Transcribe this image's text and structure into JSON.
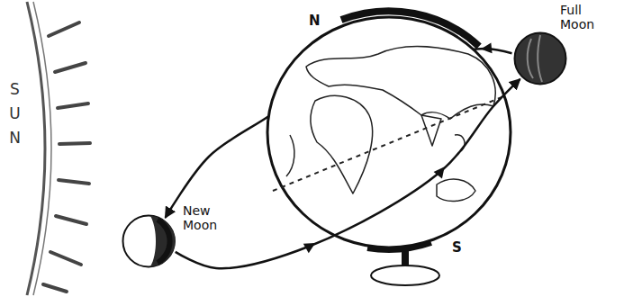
{
  "diagram": {
    "nodes": [
      {
        "text": [
          "SUN"
        ]
      },
      {
        "text": [
          "New Moon"
        ]
      },
      {
        "text": [
          "Full Moon"
        ]
      }
    ],
    "edges": [
      {
        "from": 2,
        "to": 1,
        "arrow": "to"
      },
      {
        "from": 1,
        "to": 2,
        "arrow": "to"
      }
    ],
    "labels": [
      "N",
      "S"
    ]
  }
}
